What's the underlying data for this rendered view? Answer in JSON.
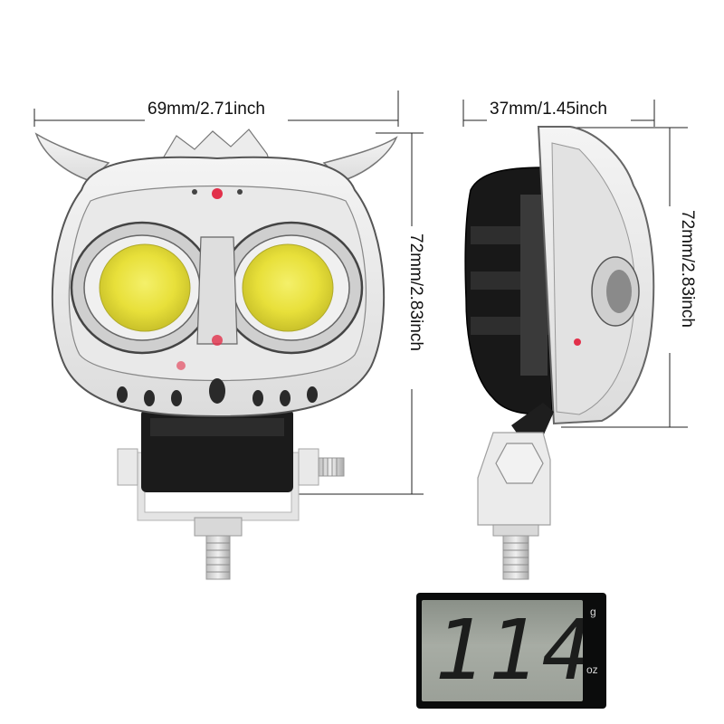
{
  "dimensions": {
    "front_width": "69mm/2.71inch",
    "front_height": "72mm/2.83inch",
    "side_width": "37mm/1.45inch",
    "side_height": "72mm/2.83inch"
  },
  "scale": {
    "reading": "114",
    "unit_grams": "g",
    "unit_ounces": "oz"
  },
  "colors": {
    "lens_yellow": "#ece43a",
    "body_black": "#1a1a1a",
    "bracket_silver": "#d9dadb",
    "indicator_red": "#e2304a"
  }
}
